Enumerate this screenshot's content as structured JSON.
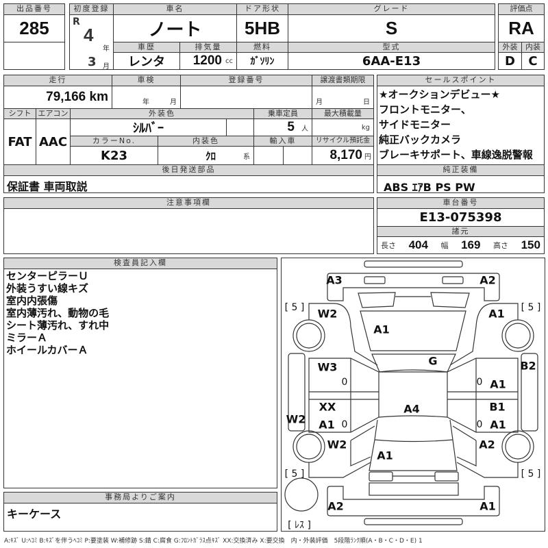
{
  "header": {
    "lot_label": "出品番号",
    "lot": "285",
    "first_reg_label": "初度登録",
    "era": "R",
    "year": "4",
    "year_unit": "年",
    "month": "3",
    "month_unit": "月",
    "name_label": "車名",
    "name": "ノート",
    "door_label": "ドア形状",
    "door": "5HB",
    "grade_label": "グレード",
    "grade": "S",
    "history_label": "車歴",
    "history": "レンタ",
    "disp_label": "排気量",
    "disp": "1200",
    "disp_unit": "cc",
    "fuel_label": "燃料",
    "fuel": "ｶﾞｿﾘﾝ",
    "model_label": "型式",
    "model": "6AA-E13",
    "score_label": "評価点",
    "score": "RA",
    "ext_label": "外装",
    "ext": "D",
    "int_label": "内装",
    "int": "C"
  },
  "specs": {
    "mileage_label": "走行",
    "mileage": "79,166 km",
    "inspection_label": "車検",
    "insp_year": "年",
    "insp_month": "月",
    "reg_label": "登録番号",
    "transfer_label": "譲渡書類期限",
    "tr_month": "月",
    "tr_day": "日",
    "shift_label": "シフト",
    "shift": "FAT",
    "ac_label": "エアコン",
    "ac": "AAC",
    "color_label": "外装色",
    "color": "ｼﾙﾊﾞｰ",
    "capacity_label": "乗車定員",
    "capacity": "5",
    "capacity_unit": "人",
    "load_label": "最大積載量",
    "load_unit": "kg",
    "color_no_label": "カラーNo.",
    "color_no": "K23",
    "interior_label": "内装色",
    "interior": "ｸﾛ",
    "interior_unit": "系",
    "import_label": "輸入車",
    "recycle_label": "リサイクル預託金",
    "recycle": "8,170",
    "recycle_unit": "円",
    "later_label": "後日発送部品",
    "later": "保証書 車両取説"
  },
  "sales": {
    "label": "セールスポイント",
    "lines": [
      "★オークションデビュー★",
      "フロントモニター、",
      "サイドモニター",
      "純正バックカメラ",
      "ブレーキサポート、車線逸脱警報"
    ],
    "equip_label": "純正装備",
    "equip": "ABS ｴｱB PS PW"
  },
  "notes": {
    "label": "注意事項欄"
  },
  "chassis": {
    "label": "車台番号",
    "value": "E13-075398",
    "dims_label": "諸元",
    "len_label": "長さ",
    "len": "404",
    "wid_label": "幅",
    "wid": "169",
    "hgt_label": "高さ",
    "hgt": "150"
  },
  "inspector": {
    "label": "検査員記入欄",
    "lines": [
      "センターピラーＵ",
      "外装うすい線キズ",
      "室内内張傷",
      "室内薄汚れ、動物の毛",
      "シート薄汚れ、すれ中",
      "ミラーＡ",
      "ホイールカバーＡ"
    ]
  },
  "office": {
    "label": "事務局よりご案内",
    "text": "キーケース"
  },
  "diagram": {
    "marks": [
      "A3",
      "A2",
      "[ 5 ]",
      "[ 5 ]",
      "W2",
      "A1",
      "A1",
      "G",
      "W3",
      "B2",
      "0",
      "0",
      "A1",
      "XX",
      "B1",
      "A4",
      "W2",
      "A1",
      "0",
      "0",
      "A1",
      "W2",
      "A2",
      "A1",
      "[ 5 ]",
      "[ 5 ]",
      "A2",
      "A1",
      "[ ﾚｽ ]"
    ]
  },
  "legend": "A:ｷｽﾞ U:ﾍｺﾐ B:ｷｽﾞを伴うﾍｺﾐ P:要塗装 W:補修跡 S:錆 C:腐食 G:ﾌﾛﾝﾄｶﾞﾗｽ点ｷｽﾞ XX:交換済み X:要交換　内・外装評価　5段階ﾗﾝｸ順(A・B・C・D・E) 1"
}
